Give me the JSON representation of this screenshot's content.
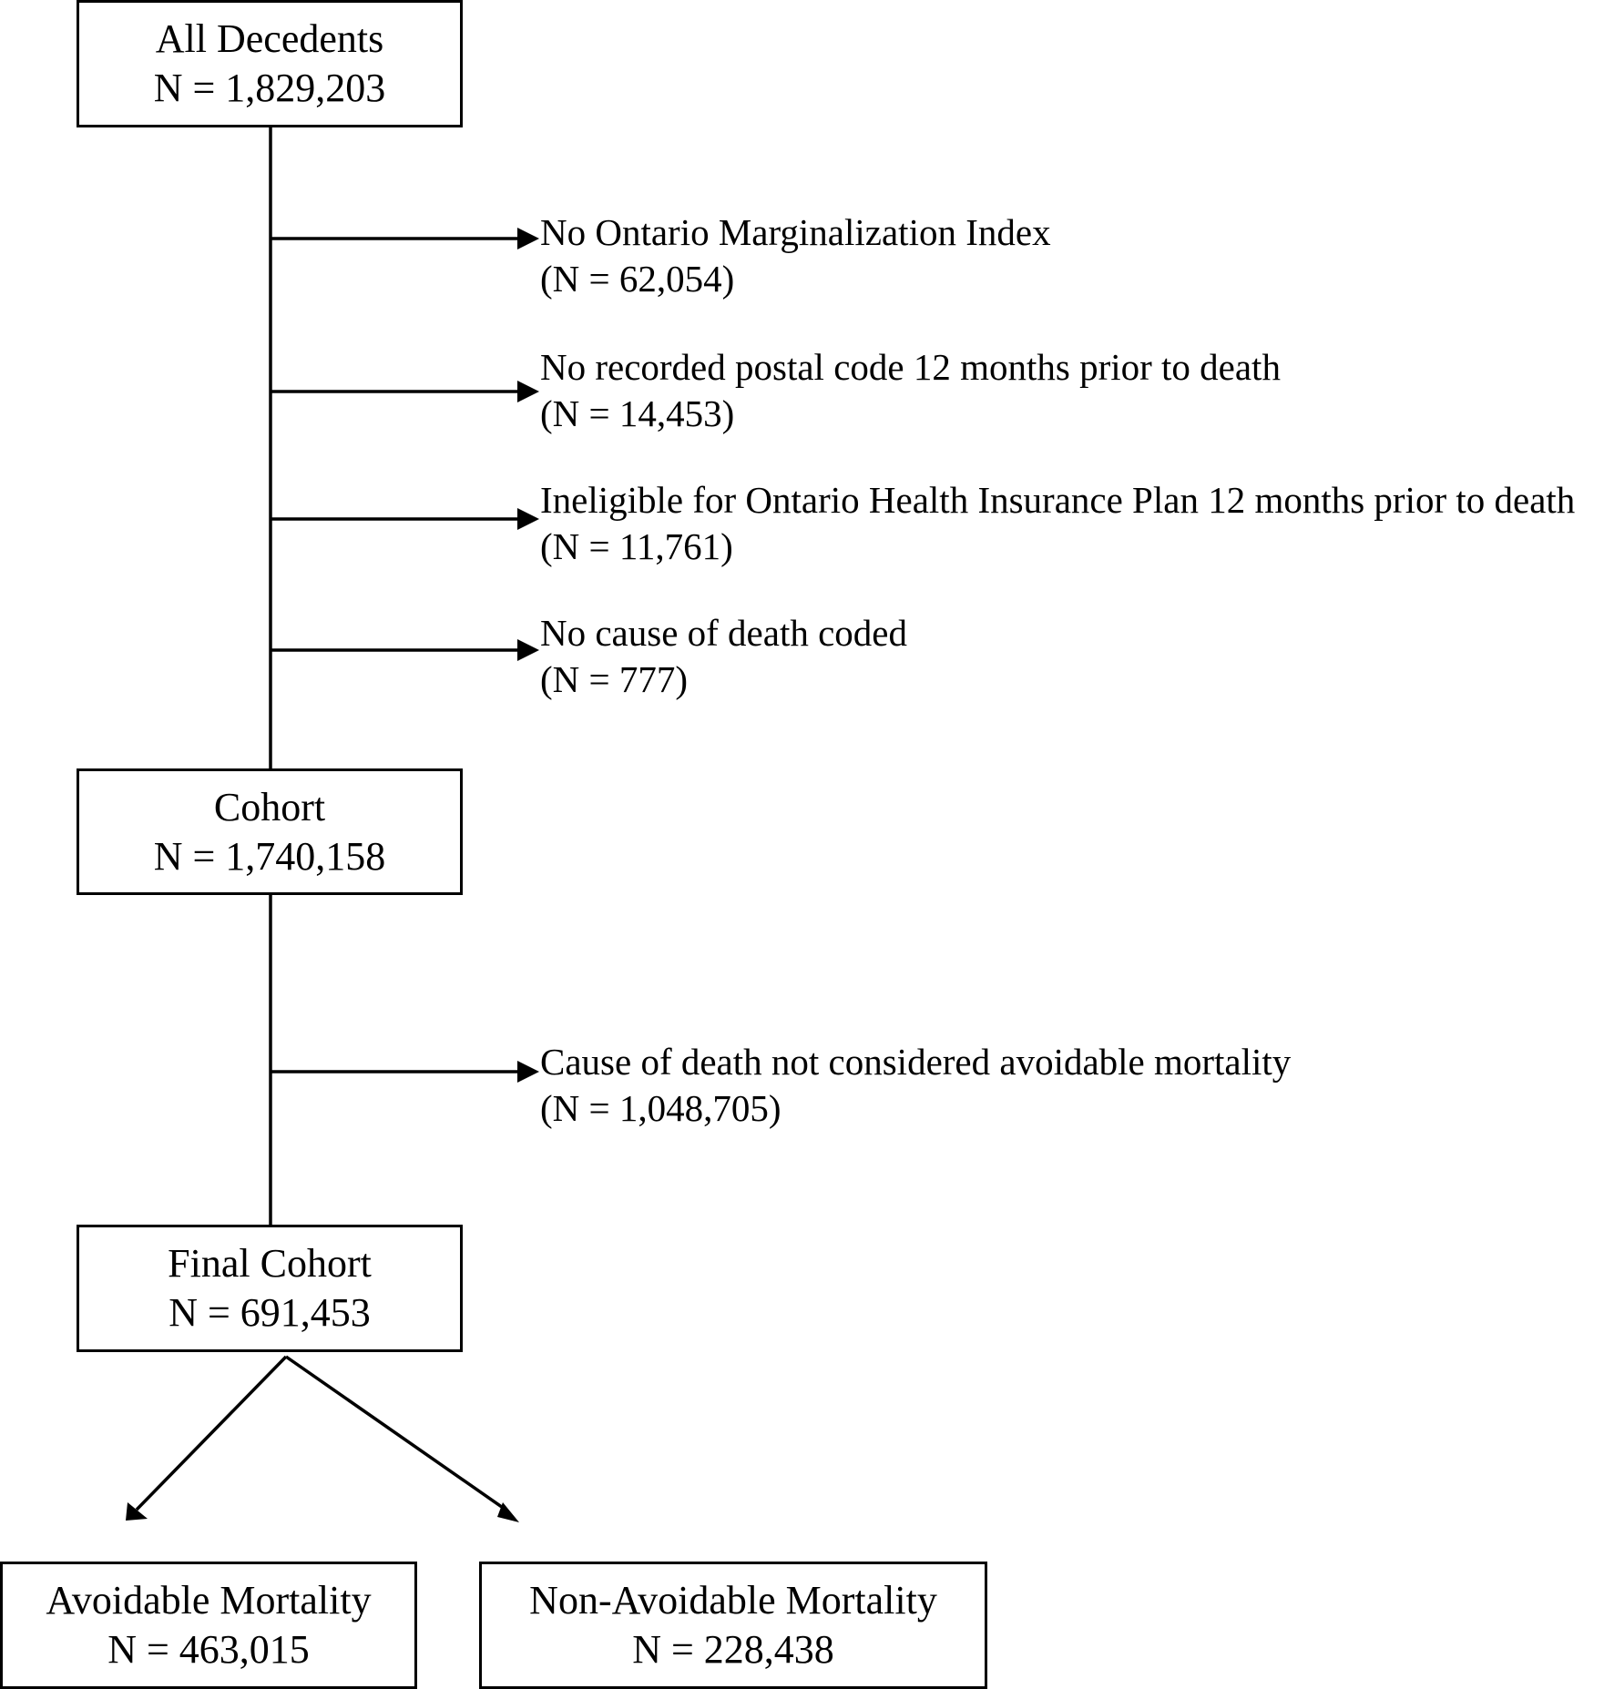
{
  "nodes": {
    "all_decedents": {
      "label": "All Decedents",
      "count": "N = 1,829,203"
    },
    "cohort": {
      "label": "Cohort",
      "count": "N = 1,740,158"
    },
    "final_cohort": {
      "label": "Final Cohort",
      "count": "N = 691,453"
    },
    "avoidable": {
      "label": "Avoidable Mortality",
      "count": "N = 463,015"
    },
    "non_avoidable": {
      "label": "Non-Avoidable Mortality",
      "count": "N = 228,438"
    }
  },
  "exclusions": [
    {
      "label": "No Ontario Marginalization Index",
      "count": "(N = 62,054)"
    },
    {
      "label": "No recorded postal code 12 months prior to death",
      "count": "(N = 14,453)"
    },
    {
      "label": "Ineligible for Ontario Health Insurance Plan 12 months prior to death",
      "count": "(N = 11,761)"
    },
    {
      "label": "No cause of death coded",
      "count": "(N = 777)"
    },
    {
      "label": "Cause of death not considered avoidable mortality",
      "count": "(N = 1,048,705)"
    }
  ]
}
